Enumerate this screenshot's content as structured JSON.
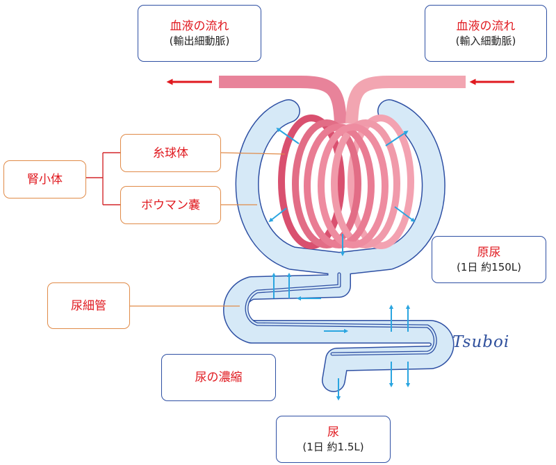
{
  "outflow": {
    "title": "血液の流れ",
    "sub": "(輸出細動脈)"
  },
  "inflow": {
    "title": "血液の流れ",
    "sub": "(輸入細動脈)"
  },
  "renal_corpuscle": "腎小体",
  "glomerulus": "糸球体",
  "bowman": "ボウマン嚢",
  "tubule": "尿細管",
  "primary_urine": {
    "title": "原尿",
    "sub": "(1日 約150L)"
  },
  "concentration": "尿の濃縮",
  "urine": {
    "title": "尿",
    "sub": "(1日 約1.5L)"
  },
  "signature": "Tsuboi",
  "colors": {
    "vessel": "#e8839a",
    "capsule_fill": "#d6e9f7",
    "outline": "#2d4fa3",
    "arrow_red": "#e0191f",
    "arrow_blue": "#2aa5e0",
    "label_red": "#e0191f"
  }
}
